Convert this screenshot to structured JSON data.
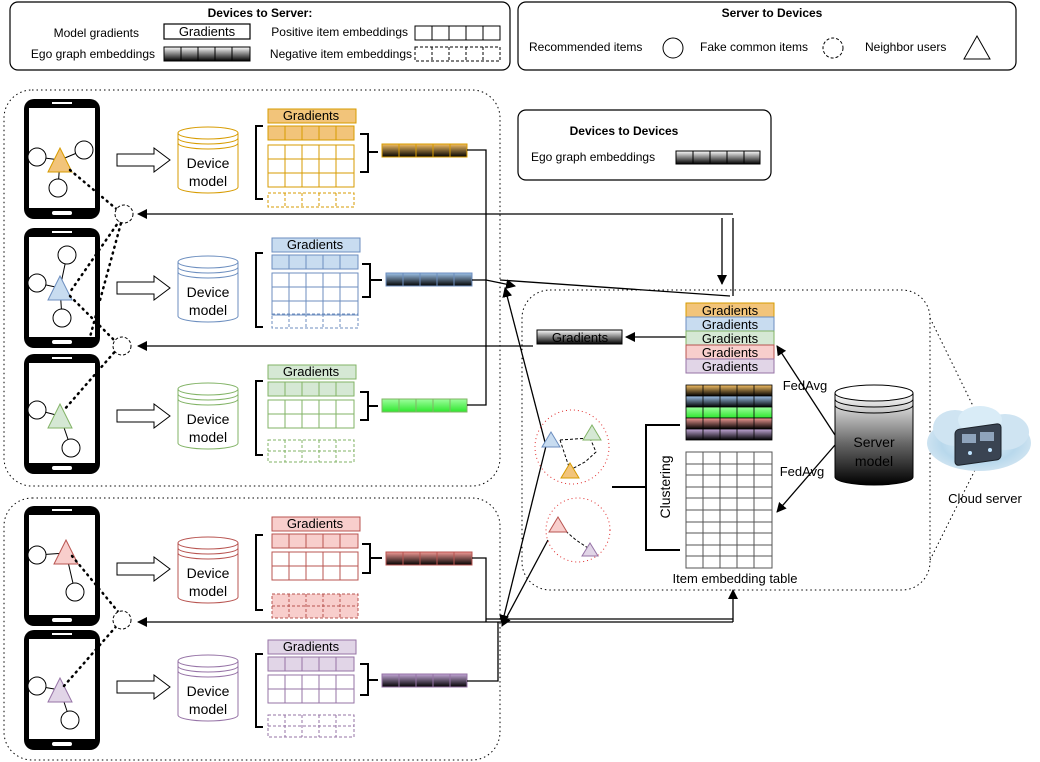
{
  "legend_devices_to_server": {
    "title": "Devices to Server:",
    "model_gradients": "Model gradients",
    "gradients_box": "Gradients",
    "positive_item_embeddings": "Positive item embeddings",
    "ego_graph_embeddings": "Ego graph embeddings",
    "negative_item_embeddings": "Negative item embeddings"
  },
  "legend_server_to_devices": {
    "title": "Server to Devices",
    "recommended_items": "Recommended items",
    "fake_common_items": "Fake common items",
    "neighbor_users": "Neighbor users"
  },
  "legend_devices_to_devices": {
    "title": "Devices to Devices",
    "ego_graph_embeddings": "Ego graph embeddings"
  },
  "device_model": {
    "line1": "Device",
    "line2": "model"
  },
  "gradients_label": "Gradients",
  "server": {
    "model_line1": "Server",
    "model_line2": "model",
    "fedavg": "FedAvg",
    "clustering": "Clustering",
    "item_embedding_table": "Item embedding table",
    "cloud_server": "Cloud server"
  },
  "colors": {
    "orange": "#f2c47a",
    "orange_stroke": "#d79b00",
    "blue": "#c8dcf0",
    "blue_stroke": "#6c8ebf",
    "green": "#d5e8d4",
    "green_stroke": "#82b366",
    "red": "#f8cecc",
    "red_stroke": "#b85450",
    "purple": "#e1d5e7",
    "purple_stroke": "#9673a6"
  }
}
